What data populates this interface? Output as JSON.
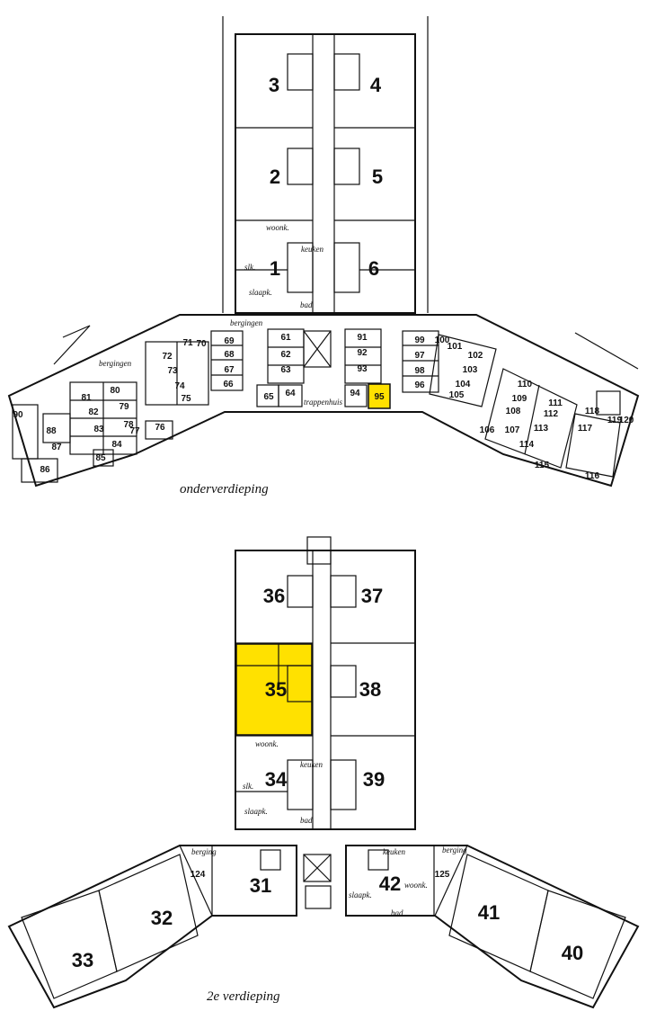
{
  "colors": {
    "highlight": "#FFE100",
    "ink": "#111111",
    "paper": "#FFFFFF"
  },
  "floors": [
    {
      "caption": "onderverdieping"
    },
    {
      "caption": "2e verdieping"
    }
  ],
  "labels": {
    "upper_big": [
      "3",
      "4",
      "2",
      "5",
      "1",
      "6"
    ],
    "upper_small": [
      "90",
      "88",
      "87",
      "86",
      "81",
      "80",
      "82",
      "79",
      "83",
      "78",
      "84",
      "77",
      "85",
      "76",
      "72",
      "71",
      "73",
      "74",
      "75",
      "70",
      "69",
      "68",
      "67",
      "66",
      "65",
      "64",
      "61",
      "62",
      "63",
      "91",
      "92",
      "93",
      "94",
      "95",
      "99",
      "100",
      "101",
      "97",
      "98",
      "96",
      "102",
      "103",
      "104",
      "105",
      "110",
      "109",
      "111",
      "108",
      "112",
      "106",
      "107",
      "113",
      "114",
      "115",
      "118",
      "117",
      "119",
      "116",
      "120"
    ],
    "upper_hand": [
      "bergingen",
      "bergingen",
      "woonk.",
      "keuken",
      "slk.",
      "slaapk.",
      "bad",
      "trappenhuis"
    ],
    "lower_big": [
      "36",
      "37",
      "35",
      "38",
      "34",
      "39",
      "31",
      "42",
      "32",
      "41",
      "33",
      "40"
    ],
    "lower_small": [
      "124",
      "125"
    ],
    "lower_hand": [
      "woonk.",
      "keuken",
      "slk.",
      "slaapk.",
      "bad",
      "keuken",
      "woonk.",
      "slaapk.",
      "bad",
      "berging",
      "berging"
    ]
  },
  "highlighted": [
    "95",
    "35"
  ]
}
